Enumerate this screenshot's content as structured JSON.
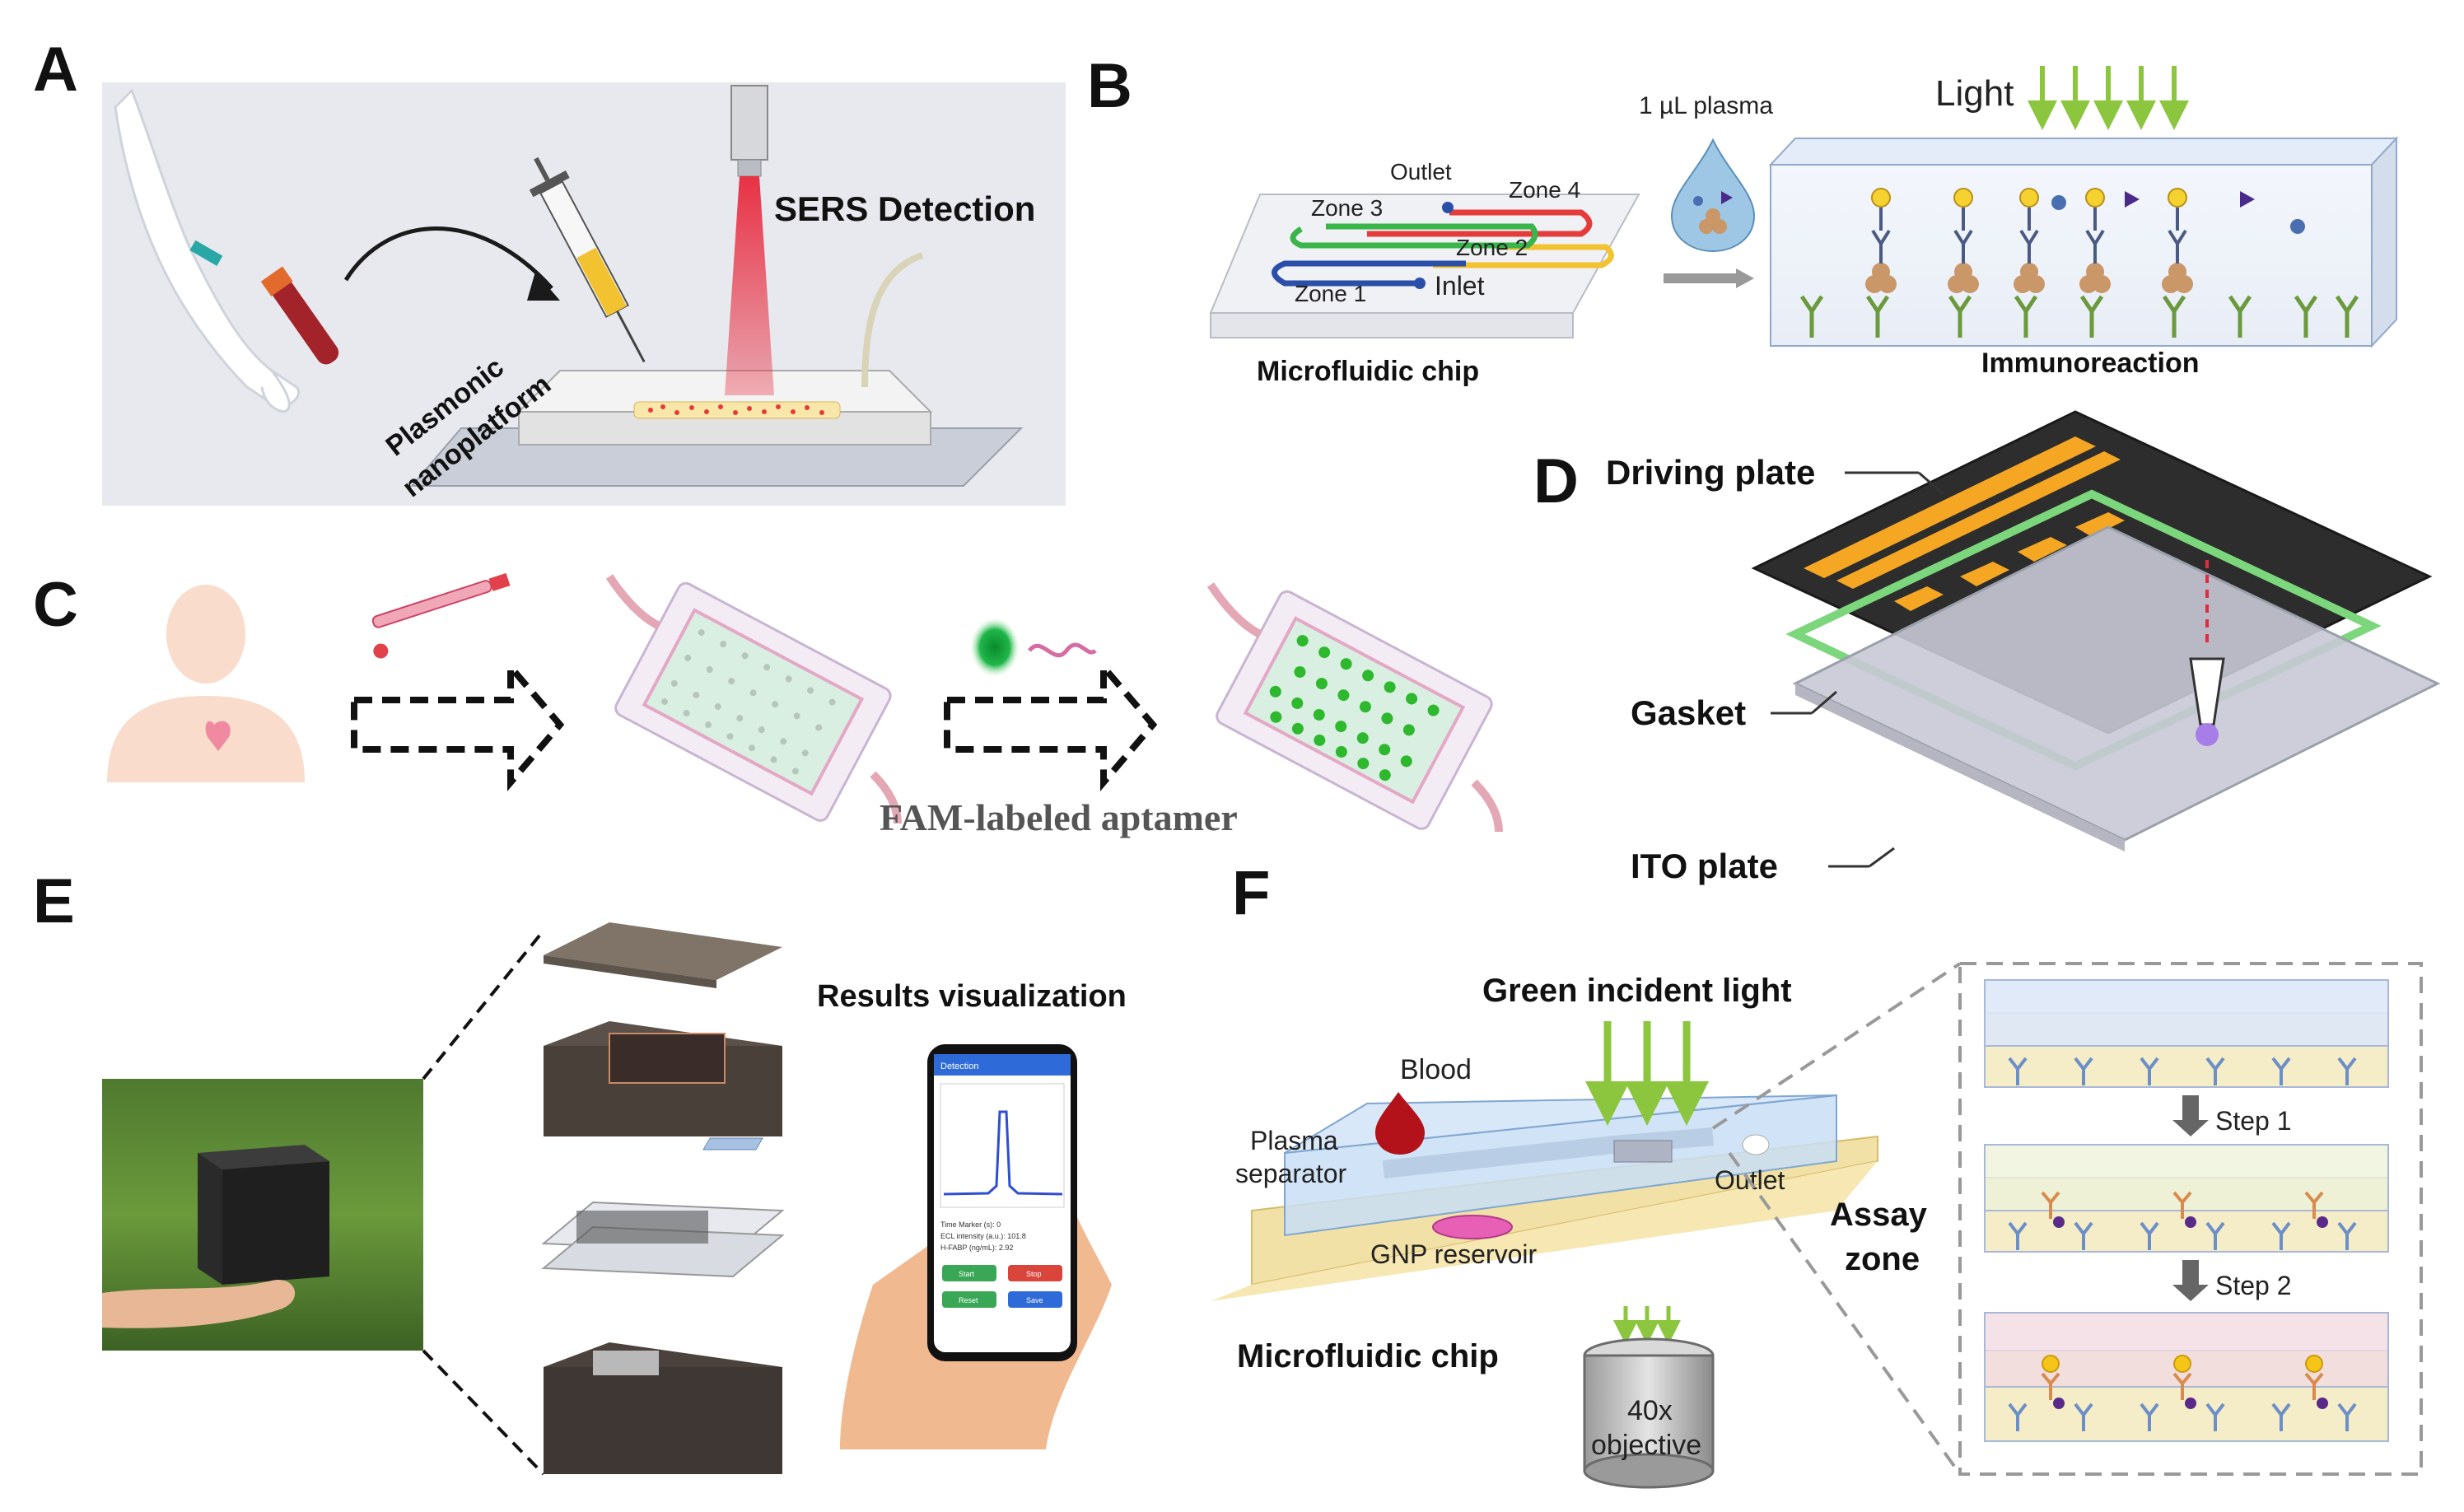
{
  "panels": {
    "a": {
      "letter": "A",
      "sers_detection": "SERS Detection",
      "plasmonic": "Plasmonic",
      "nanoplatform": "nanoplatform"
    },
    "b": {
      "letter": "B",
      "plasma": "1 µL plasma",
      "light": "Light",
      "outlet": "Outlet",
      "zone1": "Zone 1",
      "zone2": "Zone 2",
      "zone3": "Zone 3",
      "zone4": "Zone 4",
      "inlet": "Inlet",
      "microfluidic_chip": "Microfluidic chip",
      "immunoreaction": "Immunoreaction"
    },
    "c": {
      "letter": "C",
      "fam_aptamer": "FAM-labeled aptamer"
    },
    "d": {
      "letter": "D",
      "driving_plate": "Driving plate",
      "gasket": "Gasket",
      "ito_plate": "ITO plate"
    },
    "e": {
      "letter": "E",
      "results_visualization": "Results visualization",
      "phone_title": "Detection",
      "phone_line1": "Time Marker (s): 0",
      "phone_line2": "ECL intensity (a.u.): 101.8",
      "phone_line3": "H-FABP (ng/mL): 2.92",
      "btn_start": "Start",
      "btn_stop": "Stop",
      "btn_reset": "Reset",
      "btn_save": "Save"
    },
    "f": {
      "letter": "F",
      "green_light": "Green incident light",
      "blood": "Blood",
      "plasma": "Plasma",
      "separator": "separator",
      "outlet": "Outlet",
      "gnp_reservoir": "GNP reservoir",
      "assay": "Assay",
      "zone": "zone",
      "microfluidic_chip": "Microfluidic chip",
      "objective_mag": "40x",
      "objective": "objective",
      "step1": "Step 1",
      "step2": "Step 2"
    }
  },
  "colors": {
    "green_arrow": "#8cc63f",
    "laser_red": "#e8283c",
    "gold_pad": "#f5a623",
    "fam_green": "#2eb82e"
  }
}
